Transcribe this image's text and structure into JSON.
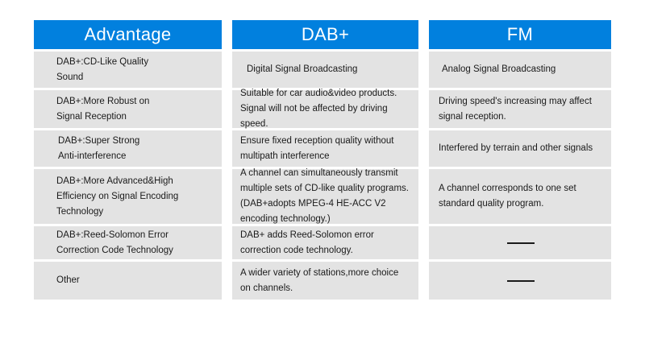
{
  "table": {
    "columns": [
      {
        "key": "advantage",
        "header": "Advantage",
        "cells": [
          {
            "line1": "DAB+:CD-Like Quality",
            "line2": "Sound"
          },
          {
            "line1": "DAB+:More Robust on",
            "line2": "Signal Reception"
          },
          {
            "line1": "DAB+:Super Strong",
            "line2": "Anti-interference"
          },
          {
            "line1": "DAB+:More Advanced&High",
            "line2": "Efficiency on Signal Encoding",
            "line3": "Technology"
          },
          {
            "line1": "DAB+:Reed-Solomon Error",
            "line2": "Correction Code Technology"
          },
          {
            "line1": "Other"
          }
        ]
      },
      {
        "key": "dab",
        "header": "DAB+",
        "cells": [
          {
            "line1": "Digital Signal Broadcasting"
          },
          {
            "line1": "Suitable for car audio&video products.",
            "line2": "Signal will not be affected by driving",
            "line3": "speed."
          },
          {
            "line1": "Ensure fixed reception quality without",
            "line2": "multipath interference"
          },
          {
            "line1": "A channel can simultaneously transmit",
            "line2": "multiple sets of CD-like quality programs.",
            "line3": "(DAB+adopts MPEG-4 HE-ACC V2",
            "line4": "encoding technology.)"
          },
          {
            "line1": "DAB+ adds Reed-Solomon error",
            "line2": "correction code technology."
          },
          {
            "line1": "A wider variety of stations,more choice",
            "line2": "on channels."
          }
        ]
      },
      {
        "key": "fm",
        "header": "FM",
        "cells": [
          {
            "line1": "Analog Signal Broadcasting"
          },
          {
            "line1": "Driving speed's increasing may affect",
            "line2": "signal reception."
          },
          {
            "line1": "Interfered by terrain and other signals"
          },
          {
            "line1": "A channel corresponds to one set",
            "line2": "standard quality program."
          },
          {
            "dash": "——"
          },
          {
            "dash": "——"
          }
        ]
      }
    ]
  },
  "colors": {
    "header_blue": "#0180de",
    "cell_gray": "#e3e3e3",
    "text": "#1a1a1a",
    "page_background": "#ffffff"
  }
}
